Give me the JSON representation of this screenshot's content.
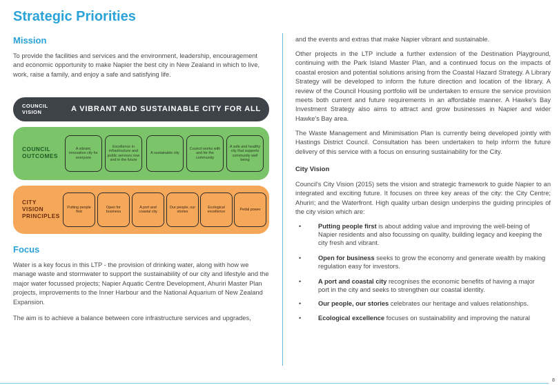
{
  "page_title": "Strategic Priorities",
  "mission": {
    "heading": "Mission",
    "text": "To provide the facilities and services and the environment, leadership, encouragement and economic opportunity to make Napier the best city in New Zealand in which to live, work, raise a family, and enjoy a safe and satisfying life."
  },
  "diagram": {
    "council_vision": {
      "label_line1": "COUNCIL",
      "label_line2": "VISION",
      "text": "A VIBRANT AND SUSTAINABLE CITY FOR ALL"
    },
    "council_outcomes": {
      "label_line1": "COUNCIL",
      "label_line2": "OUTCOMES",
      "items": [
        "A vibrant, innovative city for everyone",
        "Excellence in infrastructure and public services now and in the future",
        "A sustainable city",
        "Council works with and for the community",
        "A safe and healthy city that supports community well being"
      ]
    },
    "city_vision_principles": {
      "label_line1": "CITY",
      "label_line2": "VISION",
      "label_line3": "PRINCIPLES",
      "items": [
        "Putting people first",
        "Open for business",
        "A port and coastal city",
        "Our people, our stories",
        "Ecological excellence",
        "Pedal power"
      ]
    },
    "colors": {
      "vision_bar": "#3d4349",
      "outcomes_band": "#7cc46a",
      "principles_band": "#f6a85a"
    }
  },
  "focus": {
    "heading": "Focus",
    "para1": "Water is a key focus in this LTP - the provision of drinking water, along with how we manage waste and stormwater to support the sustainability of our city and lifestyle and the major water focussed projects; Napier Aquatic Centre Development, Ahuriri Master Plan projects, improvements to the Inner Harbour and the National Aquarium of New Zealand Expansion.",
    "para2": "The aim is to achieve a balance between core infrastructure services and upgrades,"
  },
  "right": {
    "para_cont": "and the events and extras that make Napier vibrant and sustainable.",
    "para_projects": "Other projects in the LTP include a further extension of the Destination Playground, continuing with the Park Island Master Plan, and a continued focus on the impacts of coastal erosion and potential solutions arising from the Coastal Hazard Strategy. A Library Strategy will be developed to inform the future direction and location of the library. A review of the Council Housing portfolio will be undertaken to ensure the service provision meets both current and future requirements in an affordable manner. A Hawke's Bay Investment Strategy also aims to attract and grow businesses in Napier and wider Hawke's Bay area.",
    "para_waste": "The Waste Management and Minimisation Plan is currently being developed jointly with Hastings District Council. Consultation has been undertaken to help inform the future delivery of this service with a focus on ensuring sustainability for the City.",
    "city_vision_heading": "City Vision",
    "para_city_vision": "Council's City Vision (2015) sets the vision and strategic framework to guide Napier to an integrated and exciting future. It focuses on three key areas of the city: the City Centre; Ahuriri; and the Waterfront. High quality urban design underpins the guiding principles of the city vision which are:",
    "bullets": [
      {
        "bold": "Putting people first",
        "rest": " is about adding value and improving the well-being of Napier residents and also focussing on quality, building legacy and keeping the city fresh and vibrant."
      },
      {
        "bold": "Open for business",
        "rest": " seeks to grow the economy and generate wealth by making regulation easy for investors."
      },
      {
        "bold": "A port and coastal city",
        "rest": " recognises the economic benefits of having a major port in the city and seeks to strengthen our coastal identity."
      },
      {
        "bold": "Our people, our stories",
        "rest": " celebrates our heritage and values relationships."
      },
      {
        "bold": "Ecological excellence",
        "rest": " focuses on sustainability and improving the natural"
      }
    ]
  },
  "page_number": "8"
}
